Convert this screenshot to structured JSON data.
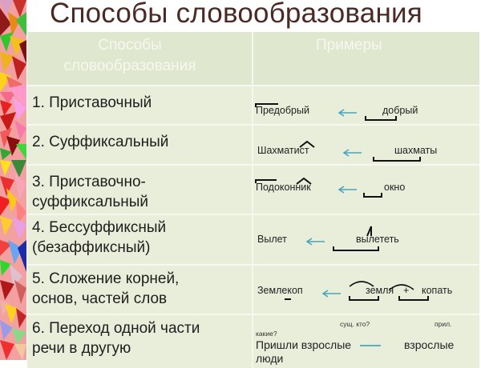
{
  "title": "Способы словообразования",
  "table": {
    "headers": [
      "Способы словообразования",
      "Примеры"
    ],
    "header_lines": [
      "Способы",
      "словообразования"
    ],
    "rows": [
      {
        "number": "1.",
        "method_lines": [
          "1.  Приставочный"
        ],
        "example_derived": "Предобрый",
        "example_source": "добрый"
      },
      {
        "number": "2.",
        "method_lines": [
          "2.  Суффиксальный"
        ],
        "example_derived": "Шахматист",
        "example_source": "шахматы"
      },
      {
        "number": "3.",
        "method_lines": [
          "3.  Приставочно-",
          "суффиксальный"
        ],
        "example_derived": "Подоконник",
        "example_source": "окно"
      },
      {
        "number": "4.",
        "method_lines": [
          "4.  Бессуффиксный",
          "(безаффиксный)"
        ],
        "example_derived": "Вылет",
        "example_source": "вылететь"
      },
      {
        "number": "5.",
        "method_lines": [
          "5.  Сложение корней,",
          "основ, частей слов"
        ],
        "example_derived": "Землекоп",
        "example_source_1": "земля",
        "plus": "+",
        "example_source_2": "копать"
      },
      {
        "number": "6.",
        "method_lines": [
          "6.  Переход одной части",
          "речи в другую"
        ],
        "annotation_noun": "сущ. кто?",
        "annotation_adj": "прил.",
        "annotation_q": "какие?",
        "example_derived": "Пришли взрослые",
        "example_source": "взрослые",
        "example_tail": "люди"
      }
    ]
  },
  "colors": {
    "title": "#4b2a24",
    "cell_bg": "#e9eedb",
    "header_bg": "#dfe7cf",
    "arrow": "#4aa3b8",
    "divider": "#f7f9f1"
  }
}
